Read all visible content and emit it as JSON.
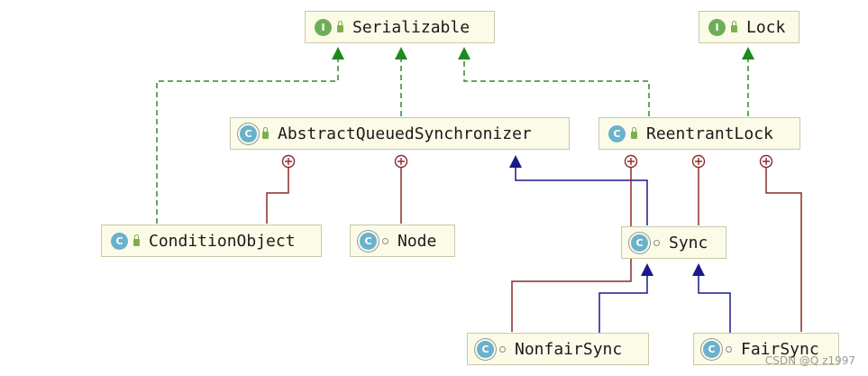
{
  "nodes": {
    "serializable": {
      "label": "Serializable",
      "badge": "I"
    },
    "lock": {
      "label": "Lock",
      "badge": "I"
    },
    "aqs": {
      "label": "AbstractQueuedSynchronizer",
      "badge": "C"
    },
    "reentrant_lock": {
      "label": "ReentrantLock",
      "badge": "C"
    },
    "condition_object": {
      "label": "ConditionObject",
      "badge": "C"
    },
    "node": {
      "label": "Node",
      "badge": "C"
    },
    "sync": {
      "label": "Sync",
      "badge": "C"
    },
    "nonfair_sync": {
      "label": "NonfairSync",
      "badge": "C"
    },
    "fair_sync": {
      "label": "FairSync",
      "badge": "C"
    }
  },
  "colors": {
    "implements": "#2e8b2e",
    "extends": "#1a1a8c",
    "inner_class": "#8b2a2a"
  },
  "watermark": "CSDN @Q z1997"
}
